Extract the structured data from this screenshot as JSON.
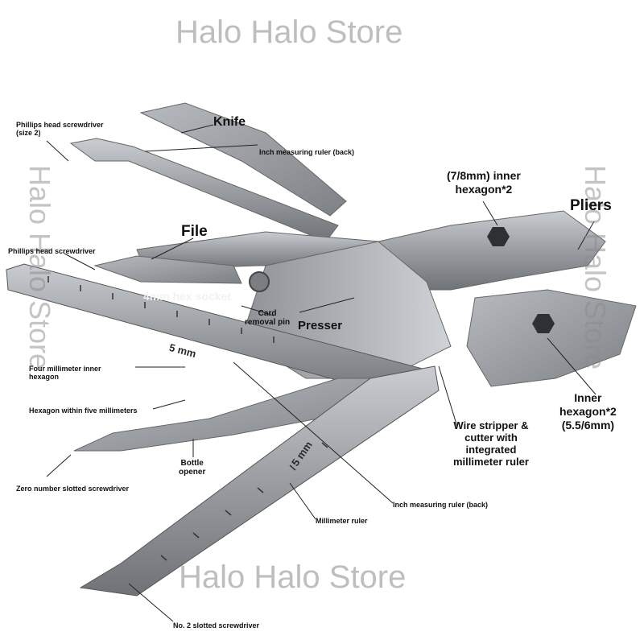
{
  "watermark": "Halo Halo Store",
  "engraving": "5 mm",
  "labels": {
    "phillips_size2": [
      "Phillips head screwdriver",
      "(size 2)"
    ],
    "knife": "Knife",
    "inch_ruler_top": "Inch measuring ruler (back)",
    "inner_hex_78": [
      "(7/8mm) inner",
      "hexagon*2"
    ],
    "pliers": "Pliers",
    "file": "File",
    "phillips": "Phillips head screwdriver",
    "hex_socket": "4mm hex socket",
    "card_pin": [
      "Card",
      "removal pin"
    ],
    "presser": "Presser",
    "four_mm_hex": [
      "Four millimeter inner",
      "hexagon"
    ],
    "hex_five_mm": "Hexagon within five millimeters",
    "inner_hex_556": [
      "Inner",
      "hexagon*2",
      "(5.5/6mm)"
    ],
    "wire_stripper": [
      "Wire stripper &",
      "cutter with",
      "integrated",
      "millimeter ruler"
    ],
    "bottle_opener": [
      "Bottle",
      "opener"
    ],
    "zero_slotted": "Zero number slotted screwdriver",
    "inch_ruler_bottom": "Inch measuring ruler (back)",
    "mm_ruler": "Millimeter ruler",
    "no2_slotted": "No. 2 slotted screwdriver"
  }
}
